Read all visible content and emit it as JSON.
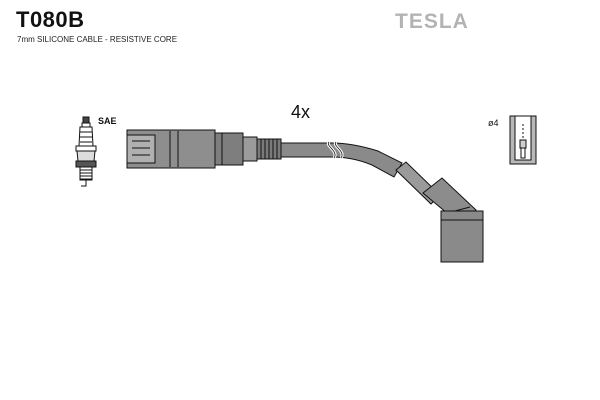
{
  "header": {
    "part_code": "T080B",
    "description": "7mm SILICONE CABLE - RESISTIVE CORE",
    "brand": "TESLA"
  },
  "labels": {
    "plug_standard": "SAE",
    "quantity": "4x",
    "terminal_size": "ø4"
  },
  "colors": {
    "ink": "#111111",
    "cable_fill": "#8a8a8a",
    "boot_fill": "#9a9a9a",
    "brand_gray": "#b3b3b3"
  }
}
